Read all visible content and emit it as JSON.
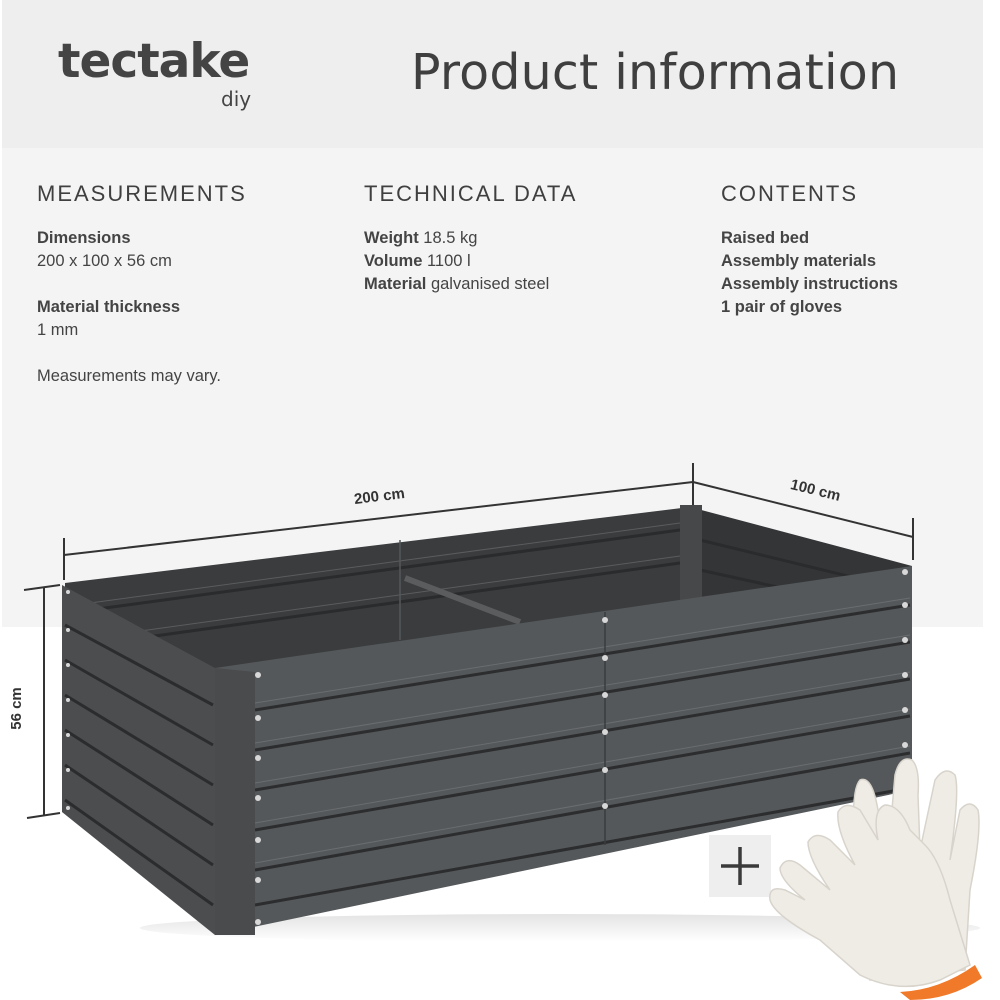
{
  "header": {
    "brand": "tectake",
    "brand_sub": "diy",
    "title": "Product information"
  },
  "measurements": {
    "heading": "MEASUREMENTS",
    "dimensions_label": "Dimensions",
    "dimensions_value": "200 x 100 x 56 cm",
    "thickness_label": "Material thickness",
    "thickness_value": "1 mm",
    "note": "Measurements may vary."
  },
  "technical": {
    "heading": "TECHNICAL DATA",
    "rows": [
      {
        "label": "Weight",
        "value": "18.5 kg"
      },
      {
        "label": "Volume",
        "value": "1100 l"
      },
      {
        "label": "Material",
        "value": "galvanised steel"
      }
    ]
  },
  "contents": {
    "heading": "CONTENTS",
    "items": [
      "Raised bed",
      "Assembly materials",
      "Assembly instructions",
      "1 pair of gloves"
    ]
  },
  "diagram": {
    "length_label": "200 cm",
    "width_label": "100 cm",
    "height_label": "56 cm",
    "plus_symbol": "+"
  },
  "colors": {
    "header_bg": "#eeeeee",
    "panel_bg": "#f4f4f4",
    "text": "#3f3f3f",
    "steel": "#4a4c4e",
    "glove_cuff": "#f07a2a"
  }
}
